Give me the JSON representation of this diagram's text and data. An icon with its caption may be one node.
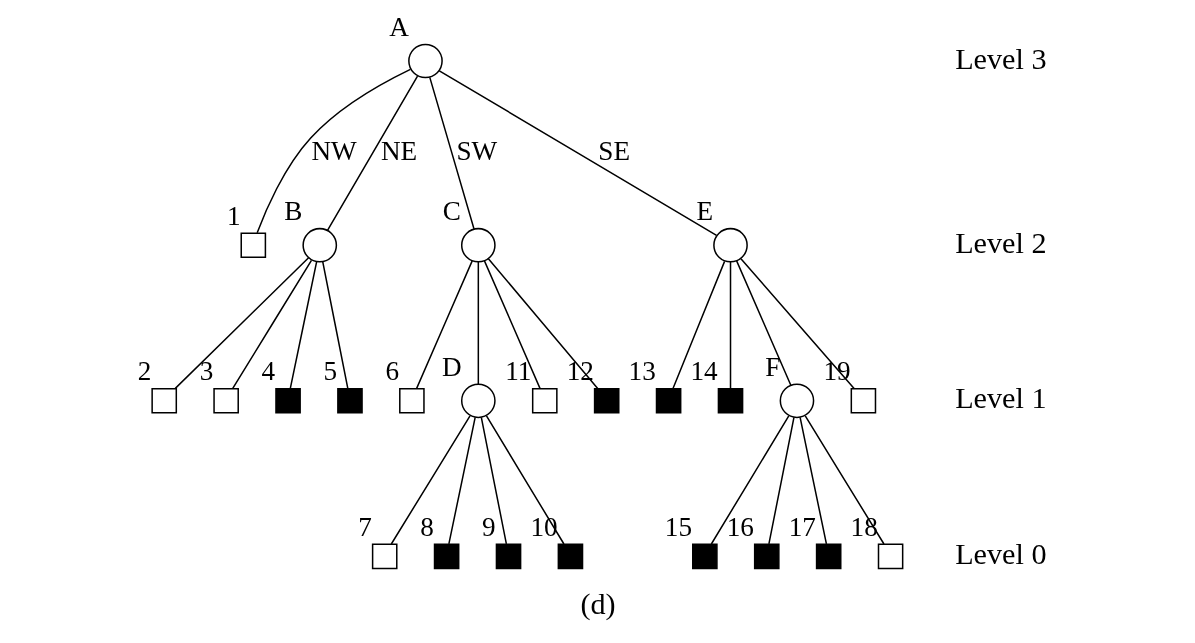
{
  "diagram": {
    "caption": "(d)",
    "nodes": [
      {
        "text": [],
        "shape": "circle",
        "beside": [
          "A"
        ]
      },
      {
        "text": [],
        "shape": "box",
        "beside": [
          "1"
        ]
      },
      {
        "text": [],
        "shape": "circle",
        "beside": [
          "B"
        ]
      },
      {
        "text": [],
        "shape": "circle",
        "beside": [
          "C"
        ]
      },
      {
        "text": [],
        "shape": "circle",
        "beside": [
          "E"
        ]
      },
      {
        "text": [],
        "shape": "box",
        "beside": [
          "2"
        ]
      },
      {
        "text": [],
        "shape": "box",
        "beside": [
          "3"
        ]
      },
      {
        "text": [],
        "shape": "box",
        "beside": [
          "4"
        ]
      },
      {
        "text": [],
        "shape": "box",
        "beside": [
          "5"
        ]
      },
      {
        "text": [],
        "shape": "box",
        "beside": [
          "6"
        ]
      },
      {
        "text": [],
        "shape": "circle",
        "beside": [
          "D"
        ]
      },
      {
        "text": [],
        "shape": "box",
        "beside": [
          "11"
        ]
      },
      {
        "text": [],
        "shape": "box",
        "beside": [
          "12"
        ]
      },
      {
        "text": [],
        "shape": "box",
        "beside": [
          "13"
        ]
      },
      {
        "text": [],
        "shape": "box",
        "beside": [
          "14"
        ]
      },
      {
        "text": [],
        "shape": "circle",
        "beside": [
          "F"
        ]
      },
      {
        "text": [],
        "shape": "box",
        "beside": [
          "19"
        ]
      },
      {
        "text": [],
        "shape": "box",
        "beside": [
          "7"
        ]
      },
      {
        "text": [],
        "shape": "box",
        "beside": [
          "8"
        ]
      },
      {
        "text": [],
        "shape": "box",
        "beside": [
          "9"
        ]
      },
      {
        "text": [],
        "shape": "box",
        "beside": [
          "10"
        ]
      },
      {
        "text": [],
        "shape": "box",
        "beside": [
          "15"
        ]
      },
      {
        "text": [],
        "shape": "box",
        "beside": [
          "16"
        ]
      },
      {
        "text": [],
        "shape": "box",
        "beside": [
          "17"
        ]
      },
      {
        "text": [],
        "shape": "box",
        "beside": [
          "18"
        ]
      }
    ],
    "edges": [
      {
        "from": 0,
        "to": 1,
        "arrow": "none",
        "label": "NW"
      },
      {
        "from": 0,
        "to": 2,
        "arrow": "none",
        "label": "NE"
      },
      {
        "from": 0,
        "to": 3,
        "arrow": "none",
        "label": "SW"
      },
      {
        "from": 0,
        "to": 4,
        "arrow": "none",
        "label": "SE"
      },
      {
        "from": 2,
        "to": 5,
        "arrow": "none"
      },
      {
        "from": 2,
        "to": 6,
        "arrow": "none"
      },
      {
        "from": 2,
        "to": 7,
        "arrow": "none"
      },
      {
        "from": 2,
        "to": 8,
        "arrow": "none"
      },
      {
        "from": 3,
        "to": 9,
        "arrow": "none"
      },
      {
        "from": 3,
        "to": 10,
        "arrow": "none"
      },
      {
        "from": 3,
        "to": 11,
        "arrow": "none"
      },
      {
        "from": 3,
        "to": 12,
        "arrow": "none"
      },
      {
        "from": 4,
        "to": 13,
        "arrow": "none"
      },
      {
        "from": 4,
        "to": 14,
        "arrow": "none"
      },
      {
        "from": 4,
        "to": 15,
        "arrow": "none"
      },
      {
        "from": 4,
        "to": 16,
        "arrow": "none"
      },
      {
        "from": 10,
        "to": 17,
        "arrow": "none"
      },
      {
        "from": 10,
        "to": 18,
        "arrow": "none"
      },
      {
        "from": 10,
        "to": 19,
        "arrow": "none"
      },
      {
        "from": 10,
        "to": 20,
        "arrow": "none"
      },
      {
        "from": 15,
        "to": 21,
        "arrow": "none"
      },
      {
        "from": 15,
        "to": 22,
        "arrow": "none"
      },
      {
        "from": 15,
        "to": 23,
        "arrow": "none"
      },
      {
        "from": 15,
        "to": 24,
        "arrow": "none"
      }
    ],
    "labels": [
      "Level 3",
      "Level 2",
      "Level 1",
      "Level 0"
    ]
  }
}
